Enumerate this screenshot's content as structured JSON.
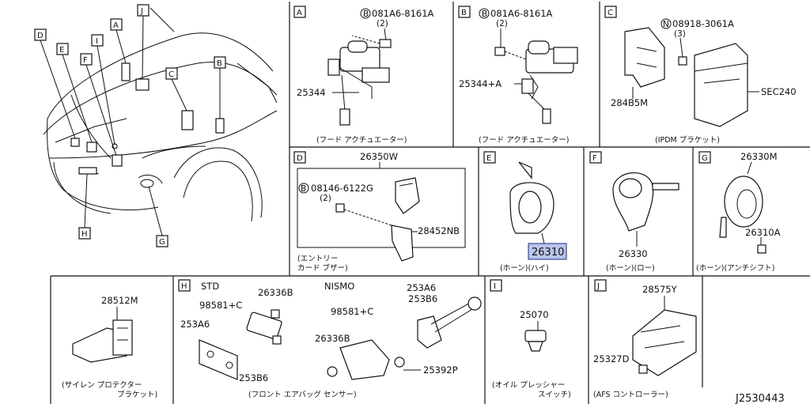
{
  "diagram_id": "J2530443",
  "overview": {
    "callouts": [
      "A",
      "B",
      "C",
      "D",
      "E",
      "F",
      "G",
      "H",
      "I",
      "J"
    ]
  },
  "panels": {
    "A": {
      "letter": "A",
      "bolt": "081A6-8161A",
      "bolt_prefix": "B",
      "bolt_qty": "(2)",
      "part": "25344",
      "caption": "(フード アクチュエーター)"
    },
    "B": {
      "letter": "B",
      "bolt": "081A6-8161A",
      "bolt_prefix": "B",
      "bolt_qty": "(2)",
      "part": "25344+A",
      "caption": "(フード アクチュエーター)"
    },
    "C": {
      "letter": "C",
      "nut": "08918-3061A",
      "nut_prefix": "N",
      "nut_qty": "(3)",
      "part_bracket": "284B5M",
      "part_sec": "SEC240",
      "caption": "(IPDM ブラケット)"
    },
    "D": {
      "letter": "D",
      "part_top": "26350W",
      "bolt": "08146-6122G",
      "bolt_prefix": "B",
      "bolt_qty": "(2)",
      "part_side": "28452NB",
      "caption_line1": "(エントリー",
      "caption_line2": "カード ブザー)"
    },
    "E": {
      "letter": "E",
      "part": "26310",
      "caption": "(ホーン)(ハイ)"
    },
    "F": {
      "letter": "F",
      "part": "26330",
      "caption": "(ホーン)(ロー)"
    },
    "G": {
      "letter": "G",
      "part_top": "26330M",
      "part_side": "26310A",
      "caption": "(ホーン)(アンチシフト)"
    },
    "siren": {
      "part": "28512M",
      "caption_line1": "(サイレン プロテクター",
      "caption_line2": "ブラケット)"
    },
    "H": {
      "letter": "H",
      "std_label": "STD",
      "nismo_label": "NISMO",
      "p1": "26336B",
      "p2": "98581+C",
      "p3": "253A6",
      "p4": "253B6",
      "p5": "98581+C",
      "p6": "26336B",
      "p7": "253A6",
      "p8": "253B6",
      "p9": "25392P",
      "caption": "(フロント エアバッグ センサー)"
    },
    "I": {
      "letter": "I",
      "part": "25070",
      "caption_line1": "(オイル プレッシャー",
      "caption_line2": "スイッチ)"
    },
    "J": {
      "letter": "J",
      "part_top": "28575Y",
      "part_side": "25327D",
      "caption": "(AFS コントローラー)"
    }
  }
}
